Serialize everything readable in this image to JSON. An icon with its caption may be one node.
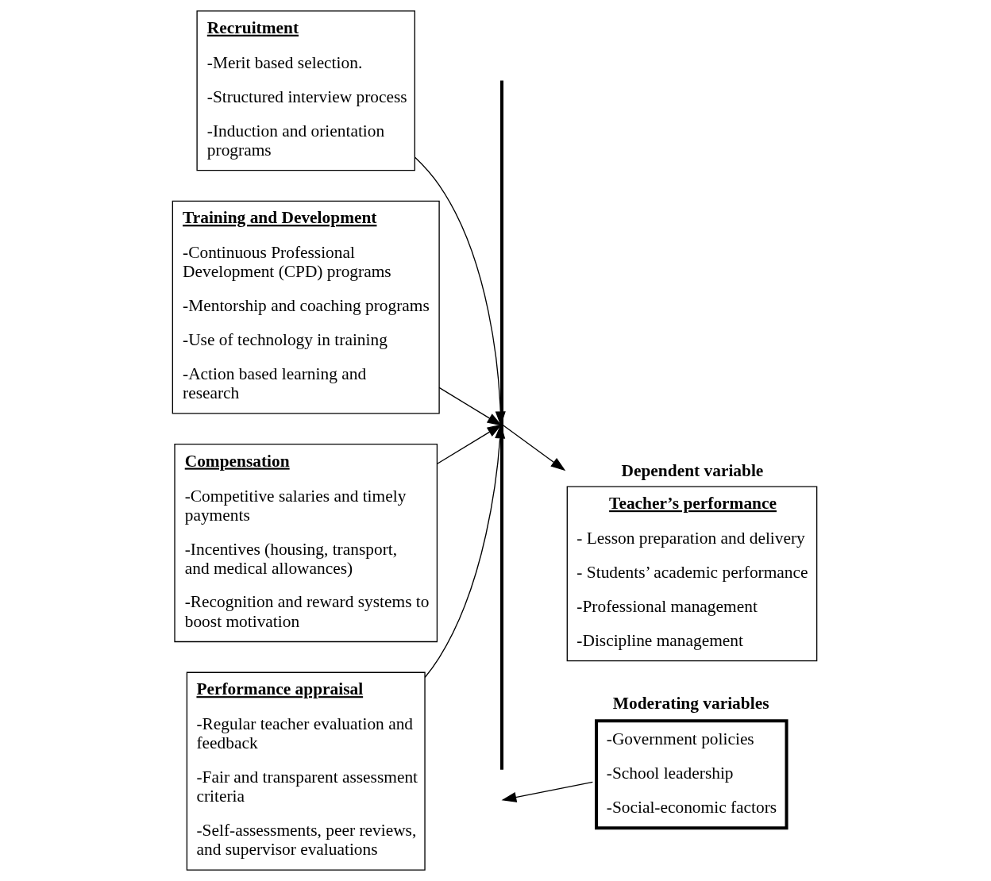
{
  "diagram": {
    "nodes": [
      {
        "text": [
          "Recruitment",
          "-Merit based selection.",
          "-Structured interview process",
          "-Induction and orientation programs"
        ]
      },
      {
        "text": [
          "Training and Development",
          "-Continuous Professional Development (CPD) programs",
          "-Mentorship and coaching programs",
          "-Use of technology in training",
          "-Action based learning and research"
        ]
      },
      {
        "text": [
          "Compensation",
          "-Competitive salaries and timely payments",
          "-Incentives (housing, transport, and medical allowances)",
          "-Recognition and reward systems to boost motivation"
        ]
      },
      {
        "text": [
          "Performance appraisal",
          "-Regular teacher evaluation and feedback",
          "-Fair and transparent assessment criteria",
          "-Self-assessments, peer reviews, and supervisor evaluations"
        ]
      },
      {
        "text": [],
        "shape": "bar"
      },
      {
        "text": [
          "Dependent variable",
          "Teacher’s performance",
          "- Lesson preparation and delivery",
          "- Students’ academic performance",
          "-Professional management",
          "-Discipline management"
        ]
      },
      {
        "text": [
          "Moderating variables",
          "-Government policies",
          "-School leadership",
          "-Social-economic factors"
        ]
      }
    ],
    "edges": [
      {
        "from": 0,
        "to": 4,
        "arrow": "to"
      },
      {
        "from": 1,
        "to": 4,
        "arrow": "to"
      },
      {
        "from": 2,
        "to": 4,
        "arrow": "to"
      },
      {
        "from": 3,
        "to": 4,
        "arrow": "to"
      },
      {
        "from": 4,
        "to": 5,
        "arrow": "to"
      },
      {
        "from": 6,
        "to": null,
        "arrow": "to"
      }
    ]
  }
}
